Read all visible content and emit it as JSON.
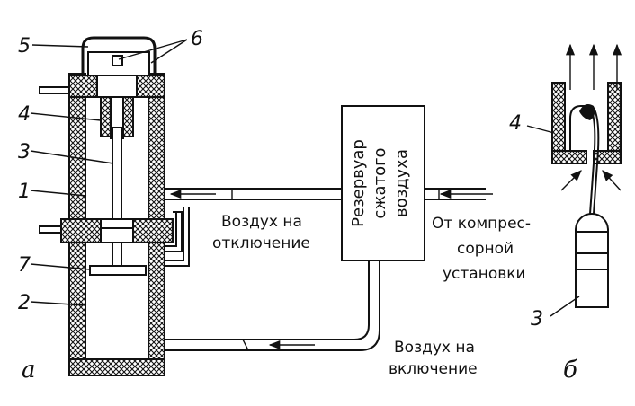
{
  "diagram": {
    "part_labels": {
      "p5": "5",
      "p6": "6",
      "p4": "4",
      "p3": "3",
      "p1": "1",
      "p7": "7",
      "p2": "2",
      "b4": "4",
      "b3": "3"
    },
    "reservoir": [
      "Резервуар",
      "сжатого",
      "воздуха"
    ],
    "air_off": [
      "Воздух на",
      "отключение"
    ],
    "compressor": [
      "От компрес-",
      "сорной",
      "установки"
    ],
    "air_on": [
      "Воздух на",
      "включение"
    ],
    "figure_a": "а",
    "figure_b": "б"
  }
}
